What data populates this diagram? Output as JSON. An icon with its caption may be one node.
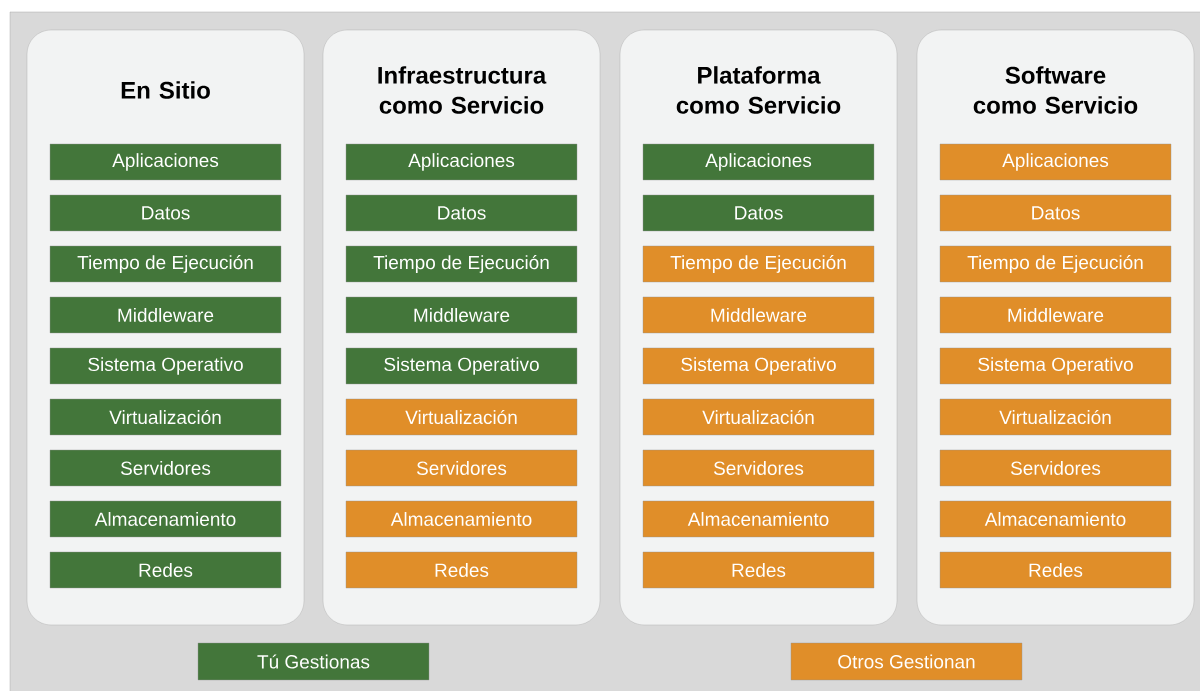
{
  "diagram": {
    "nodes": [
      {
        "text": [
          "En Sitio"
        ]
      },
      {
        "text": [
          "Aplicaciones"
        ],
        "in": 0
      },
      {
        "text": [
          "Datos"
        ],
        "in": 0
      },
      {
        "text": [
          "Tiempo de Ejecución"
        ],
        "in": 0
      },
      {
        "text": [
          "Middleware"
        ],
        "in": 0
      },
      {
        "text": [
          "Sistema Operativo"
        ],
        "in": 0
      },
      {
        "text": [
          "Virtualización"
        ],
        "in": 0
      },
      {
        "text": [
          "Servidores"
        ],
        "in": 0
      },
      {
        "text": [
          "Almacenamiento"
        ],
        "in": 0
      },
      {
        "text": [
          "Redes"
        ],
        "in": 0
      },
      {
        "text": [
          "Infraestructura como Servicio"
        ]
      },
      {
        "text": [
          "Aplicaciones"
        ],
        "in": 10
      },
      {
        "text": [
          "Datos"
        ],
        "in": 10
      },
      {
        "text": [
          "Tiempo de Ejecución"
        ],
        "in": 10
      },
      {
        "text": [
          "Middleware"
        ],
        "in": 10
      },
      {
        "text": [
          "Sistema Operativo"
        ],
        "in": 10
      },
      {
        "text": [
          "Virtualización"
        ],
        "in": 10
      },
      {
        "text": [
          "Servidores"
        ],
        "in": 10
      },
      {
        "text": [
          "Almacenamiento"
        ],
        "in": 10
      },
      {
        "text": [
          "Redes"
        ],
        "in": 10
      },
      {
        "text": [
          "Plataforma como Servicio"
        ]
      },
      {
        "text": [
          "Aplicaciones"
        ],
        "in": 20
      },
      {
        "text": [
          "Datos"
        ],
        "in": 20
      },
      {
        "text": [
          "Tiempo de Ejecución"
        ],
        "in": 20
      },
      {
        "text": [
          "Middleware"
        ],
        "in": 20
      },
      {
        "text": [
          "Sistema Operativo"
        ],
        "in": 20
      },
      {
        "text": [
          "Virtualización"
        ],
        "in": 20
      },
      {
        "text": [
          "Servidores"
        ],
        "in": 20
      },
      {
        "text": [
          "Almacenamiento"
        ],
        "in": 20
      },
      {
        "text": [
          "Redes"
        ],
        "in": 20
      },
      {
        "text": [
          "Software como Servicio"
        ]
      },
      {
        "text": [
          "Aplicaciones"
        ],
        "in": 30
      },
      {
        "text": [
          "Datos"
        ],
        "in": 30
      },
      {
        "text": [
          "Tiempo de Ejecución"
        ],
        "in": 30
      },
      {
        "text": [
          "Middleware"
        ],
        "in": 30
      },
      {
        "text": [
          "Sistema Operativo"
        ],
        "in": 30
      },
      {
        "text": [
          "Virtualización"
        ],
        "in": 30
      },
      {
        "text": [
          "Servidores"
        ],
        "in": 30
      },
      {
        "text": [
          "Almacenamiento"
        ],
        "in": 30
      },
      {
        "text": [
          "Redes"
        ],
        "in": 30
      }
    ],
    "legend": [
      {
        "text": "Tú Gestionas",
        "color": "#43763a"
      },
      {
        "text": "Otros Gestionan",
        "color": "#e08e29"
      }
    ]
  }
}
